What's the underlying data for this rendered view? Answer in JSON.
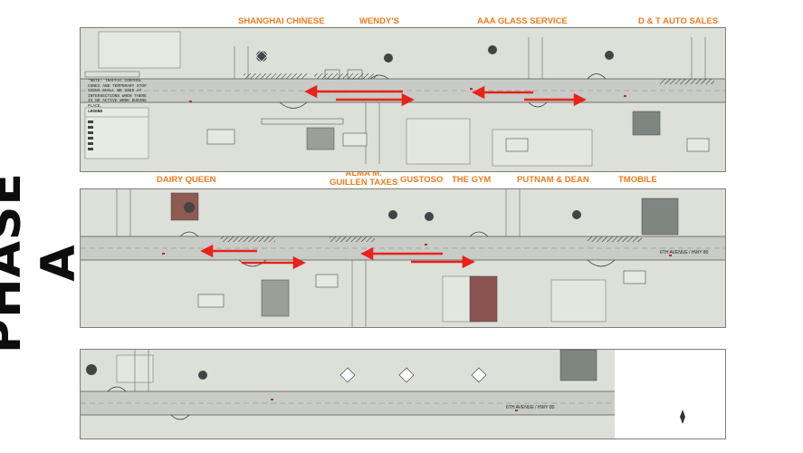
{
  "title": "PHASE A",
  "businesses": [
    {
      "label": "SHANGHAI CHINESE"
    },
    {
      "label": "WENDY'S"
    },
    {
      "label": "AAA GLASS SERVICE"
    },
    {
      "label": "D & T AUTO SALES"
    },
    {
      "label": "DAIRY QUEEN"
    },
    {
      "label": "ALMA M.\nGUILLEN TAXES"
    },
    {
      "label": "GUSTOSO"
    },
    {
      "label": "THE GYM"
    },
    {
      "label": "PUTNAM & DEAN"
    },
    {
      "label": "TMOBILE"
    }
  ],
  "street": "6TH AVENUE / HWY 80",
  "legend_title": "LEGEND",
  "notes": [
    "*NOTE: TRAFFIC CONTROL CONES AND TEMPORARY STOP SIGNS SHALL BE USED AT INTERSECTIONS WHEN THERE IS NO ACTIVE WORK DURING PLACE."
  ],
  "colors": {
    "label": "#f07b1e",
    "arrow": "#e8221c",
    "road": "#c9cbc6",
    "sheet": "#d8dcd4"
  }
}
